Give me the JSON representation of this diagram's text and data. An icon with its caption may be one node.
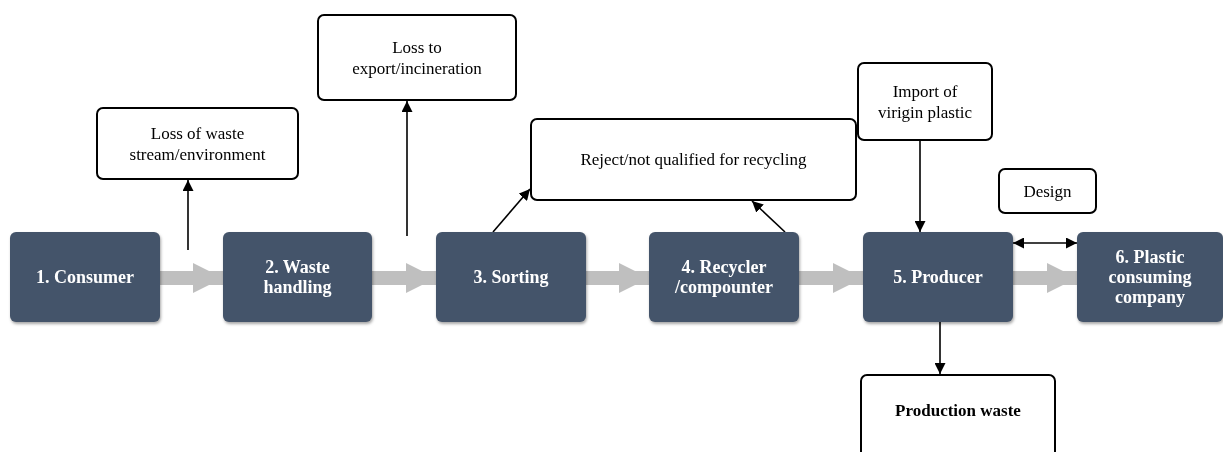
{
  "diagram": {
    "nodes": [
      {
        "text": [
          "1. Consumer"
        ]
      },
      {
        "text": [
          "2. Waste handling"
        ]
      },
      {
        "text": [
          "3. Sorting"
        ]
      },
      {
        "text": [
          "4. Recycler /compounter"
        ]
      },
      {
        "text": [
          "5. Producer"
        ]
      },
      {
        "text": [
          "6. Plastic consuming company"
        ]
      },
      {
        "text": [
          "Loss of waste stream/environment"
        ]
      },
      {
        "text": [
          "Loss to export/incineration"
        ]
      },
      {
        "text": [
          "Reject/not qualified for recycling"
        ]
      },
      {
        "text": [
          "Import of virigin plastic"
        ]
      },
      {
        "text": [
          "Design"
        ]
      },
      {
        "text": [
          "Production waste"
        ]
      }
    ],
    "edges": [
      {
        "from": 0,
        "to": 1,
        "arrow": "to",
        "style": "thick",
        "color": "#bfbfbf"
      },
      {
        "from": 1,
        "to": 2,
        "arrow": "to",
        "style": "thick",
        "color": "#bfbfbf"
      },
      {
        "from": 2,
        "to": 3,
        "arrow": "to",
        "style": "thick",
        "color": "#bfbfbf"
      },
      {
        "from": 3,
        "to": 4,
        "arrow": "to",
        "style": "thick",
        "color": "#bfbfbf"
      },
      {
        "from": 4,
        "to": 5,
        "arrow": "to",
        "style": "thick",
        "color": "#bfbfbf"
      },
      {
        "from": null,
        "to": 6,
        "arrow": "to"
      },
      {
        "from": null,
        "to": 7,
        "arrow": "to"
      },
      {
        "from": 2,
        "to": 8,
        "arrow": "to"
      },
      {
        "from": 3,
        "to": 8,
        "arrow": "to"
      },
      {
        "from": 9,
        "to": 4,
        "arrow": "to"
      },
      {
        "from": 4,
        "to": 5,
        "arrow": "both"
      },
      {
        "from": 4,
        "to": 11,
        "arrow": "to"
      }
    ]
  }
}
